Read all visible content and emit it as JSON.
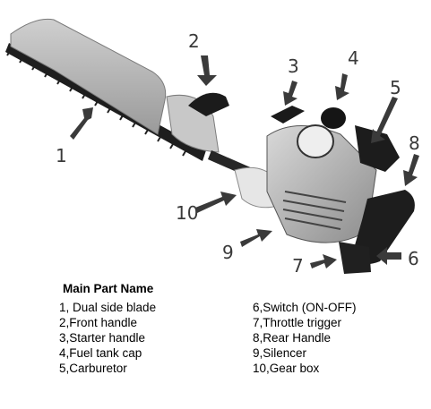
{
  "callouts": {
    "c1": "1",
    "c2": "2",
    "c3": "3",
    "c4": "4",
    "c5": "5",
    "c6": "6",
    "c7": "7",
    "c8": "8",
    "c9": "9",
    "c10": "10"
  },
  "legend": {
    "title": "Main Part Name",
    "left": [
      "1, Dual side blade",
      "2,Front handle",
      "3,Starter handle",
      "4,Fuel tank cap",
      "5,Carburetor"
    ],
    "right": [
      "6,Switch (ON-OFF)",
      "7,Throttle trigger",
      "8,Rear Handle",
      "9,Silencer",
      "10,Gear box"
    ]
  }
}
